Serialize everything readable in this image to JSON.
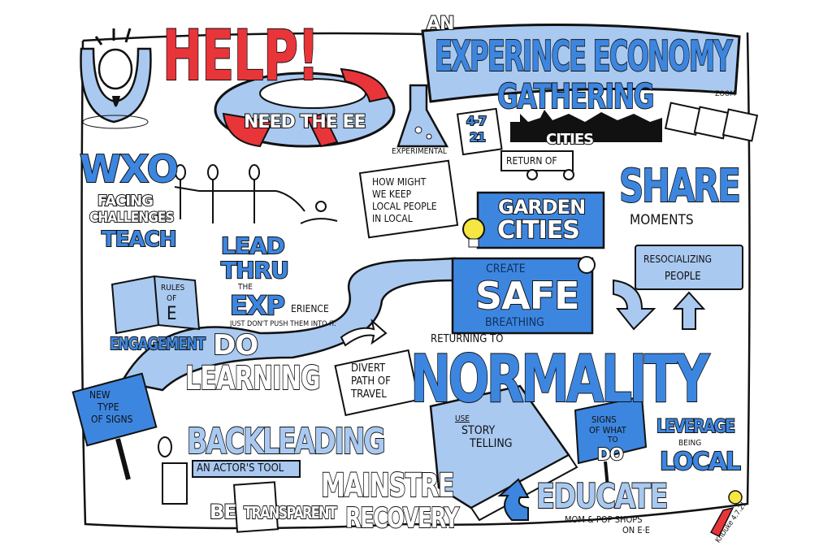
{
  "title": {
    "an": "AN",
    "main": "EXPERINCE ECONOMY",
    "sub": "GATHERING",
    "date_line1": "4-7",
    "date_line2": "21",
    "cities": "CITIES",
    "zoom": "ZOOM",
    "experimental": "EXPERIMENTAL"
  },
  "help": {
    "headline": "HELP!",
    "ring_text": "NEED THE EE"
  },
  "left": {
    "wxo": "WXO",
    "facing": "FACING",
    "challenges": "CHALLENGES",
    "teach": "TEACH",
    "rules_book": [
      "RULES",
      "OF",
      "E"
    ],
    "engagement": "ENGAGEMENT",
    "lead": "LEAD",
    "thru": "THRU",
    "the": "THE",
    "exp": "EXP",
    "erience": "ERIENCE",
    "push_note": "JUST DON'T PUSH THEM INTO IT.",
    "do": "DO",
    "learning": "LEARNING",
    "sign": [
      "NEW",
      "TYPE",
      "OF SIGNS"
    ],
    "backleading": "BACKLEADING",
    "actors_tool": "AN ACTOR'S TOOL",
    "mainstream": "MAINSTRE",
    "be": "BE",
    "transparent": "TRANSPARENT",
    "recovery": "RECOVERY"
  },
  "center": {
    "how_might": [
      "HOW MIGHT",
      "WE KEEP",
      "LOCAL PEOPLE",
      "IN LOCAL"
    ],
    "return_of": "RETURN OF",
    "garden": "GARDEN",
    "garden_cities": "CITIES",
    "create": "CREATE",
    "safe": "SAFE",
    "breathing": "BREATHING",
    "divert": [
      "DIVERT",
      "PATH OF",
      "TRAVEL"
    ],
    "returning_to": "RETURNING TO",
    "normality": "NORMALITY",
    "use": "USE",
    "story": "STORY",
    "telling": "TELLING",
    "signs_what": [
      "SIGNS",
      "OF WHAT",
      "TO"
    ],
    "signs_do": "DO"
  },
  "right": {
    "share": "SHARE",
    "moments": "MOMENTS",
    "resocializing": "RESOCIALIZING",
    "people": "PEOPLE",
    "leverage": "LEVERAGE",
    "being": "BEING",
    "local": "LOCAL",
    "educate": "EDUCATE",
    "mom_pop": "MOM & POP SHOPS",
    "on_ee": "ON E·E"
  },
  "signature": "KnDuke 4.7.21",
  "colors": {
    "blue": "#3d86e0",
    "light_blue": "#a9c9f0",
    "red": "#e8353a",
    "yellow": "#f5e642",
    "ink": "#111111"
  }
}
